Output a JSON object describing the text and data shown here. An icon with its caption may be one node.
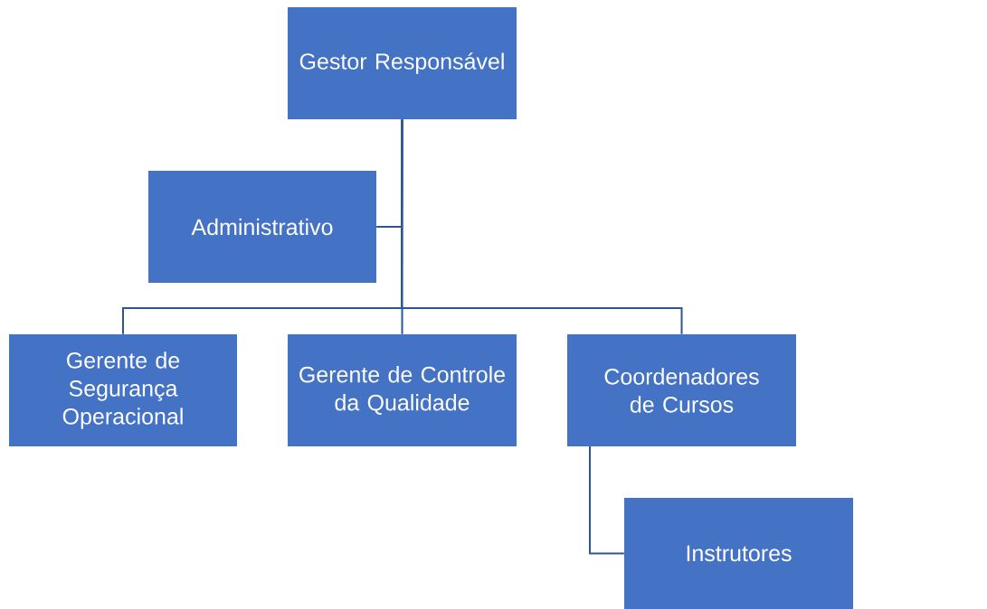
{
  "diagram": {
    "nodes": [
      {
        "text": [
          "Gestor Responsável"
        ]
      },
      {
        "text": [
          "Administrativo"
        ]
      },
      {
        "text": [
          "Gerente de Segurança Operacional"
        ]
      },
      {
        "text": [
          "Gerente de Controle da Qualidade"
        ]
      },
      {
        "text": [
          "Coordenadores de Cursos"
        ]
      },
      {
        "text": [
          "Instrutores"
        ]
      }
    ],
    "edges": [
      {
        "from": 0,
        "to": 1,
        "arrow": "none"
      },
      {
        "from": 0,
        "to": 2,
        "arrow": "none"
      },
      {
        "from": 0,
        "to": 3,
        "arrow": "none"
      },
      {
        "from": 0,
        "to": 4,
        "arrow": "none"
      },
      {
        "from": 4,
        "to": 5,
        "arrow": "none"
      }
    ]
  }
}
